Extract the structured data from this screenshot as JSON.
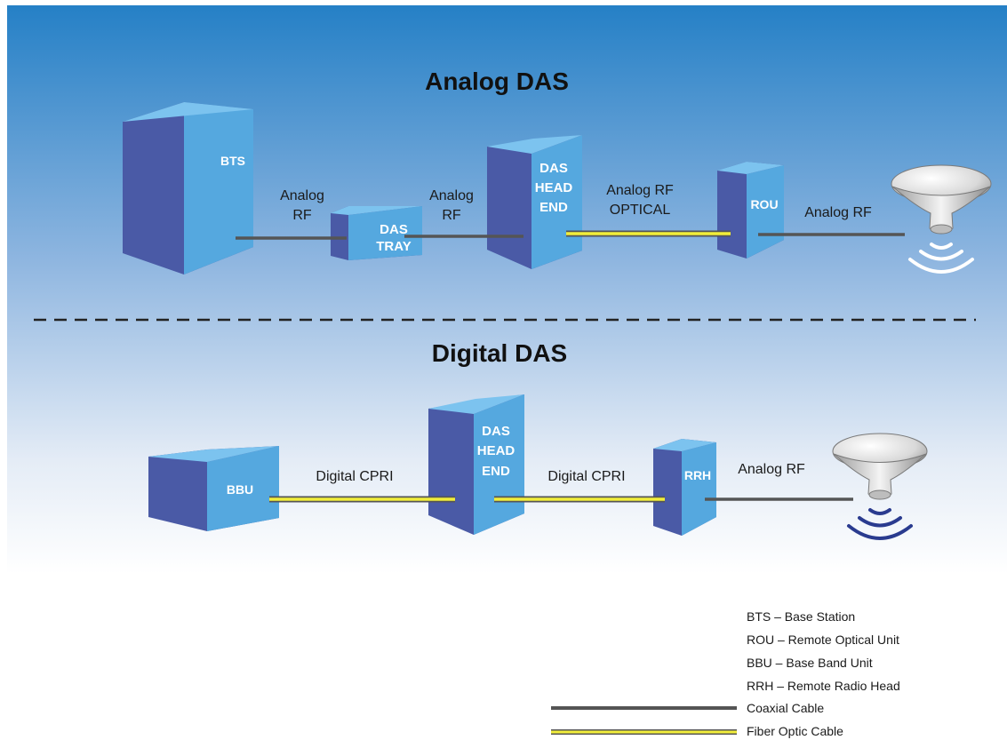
{
  "analog": {
    "title": "Analog DAS",
    "bts_label": "BTS",
    "tray_label_1": "DAS",
    "tray_label_2": "TRAY",
    "headend_label_1": "DAS",
    "headend_label_2": "HEAD",
    "headend_label_3": "END",
    "rou_label": "ROU",
    "link1_line1": "Analog",
    "link1_line2": "RF",
    "link2_line1": "Analog",
    "link2_line2": "RF",
    "link3_line1": "Analog RF",
    "link3_line2": "OPTICAL",
    "link4": "Analog RF"
  },
  "digital": {
    "title": "Digital DAS",
    "bbu_label": "BBU",
    "headend_label_1": "DAS",
    "headend_label_2": "HEAD",
    "headend_label_3": "END",
    "rrh_label": "RRH",
    "link1": "Digital CPRI",
    "link2": "Digital CPRI",
    "link3": "Analog RF"
  },
  "legend": {
    "bts": "BTS – Base Station",
    "rou": "ROU – Remote Optical Unit",
    "bbu": "BBU – Base Band Unit",
    "rrh": "RRH – Remote Radio Head",
    "coax": "Coaxial Cable",
    "fiber": "Fiber Optic Cable"
  },
  "colors": {
    "bg_top": "#2a7fc4",
    "box_front": "#55a8df",
    "box_side": "#4a5aa6",
    "box_top": "#7cc3ef",
    "coax": "#555555",
    "fiber": "#f2ee3a",
    "waves_analog": "#ffffff",
    "waves_digital": "#2a3b8f"
  }
}
